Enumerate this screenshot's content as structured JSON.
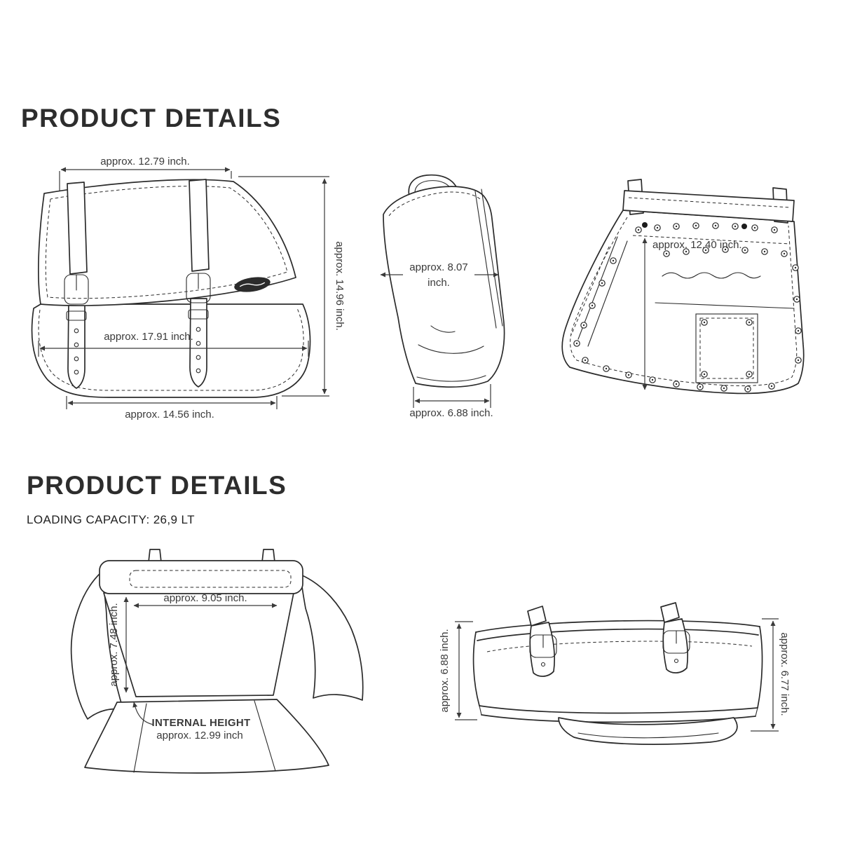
{
  "page": {
    "background": "#ffffff",
    "ink": "#2b2b2b",
    "dim_color": "#3a3a3a"
  },
  "top_section": {
    "title": "PRODUCT DETAILS",
    "front_view": {
      "dim_top_width": "approx. 12.79 inch.",
      "dim_total_height": "approx. 14.96 inch.",
      "dim_mid_width": "approx. 17.91 inch.",
      "dim_bottom_width": "approx. 14.56 inch."
    },
    "side_view": {
      "dim_depth_line1": "approx. 8.07",
      "dim_depth_line2": "inch.",
      "dim_bottom_depth": "approx. 6.88 inch."
    },
    "back_view": {
      "dim_height": "approx. 12.40 inch."
    }
  },
  "bottom_section": {
    "title": "PRODUCT DETAILS",
    "loading_capacity": "LOADING CAPACITY: 26,9 LT",
    "open_view": {
      "dim_opening_width": "approx. 9.05 inch.",
      "dim_opening_height": "approx. 7.48 inch.",
      "internal_height_label": "INTERNAL HEIGHT",
      "internal_height_value": "approx. 12.99 inch"
    },
    "closed_view": {
      "dim_left_height": "approx. 6.88 inch.",
      "dim_right_height": "approx. 6.77 inch."
    }
  }
}
